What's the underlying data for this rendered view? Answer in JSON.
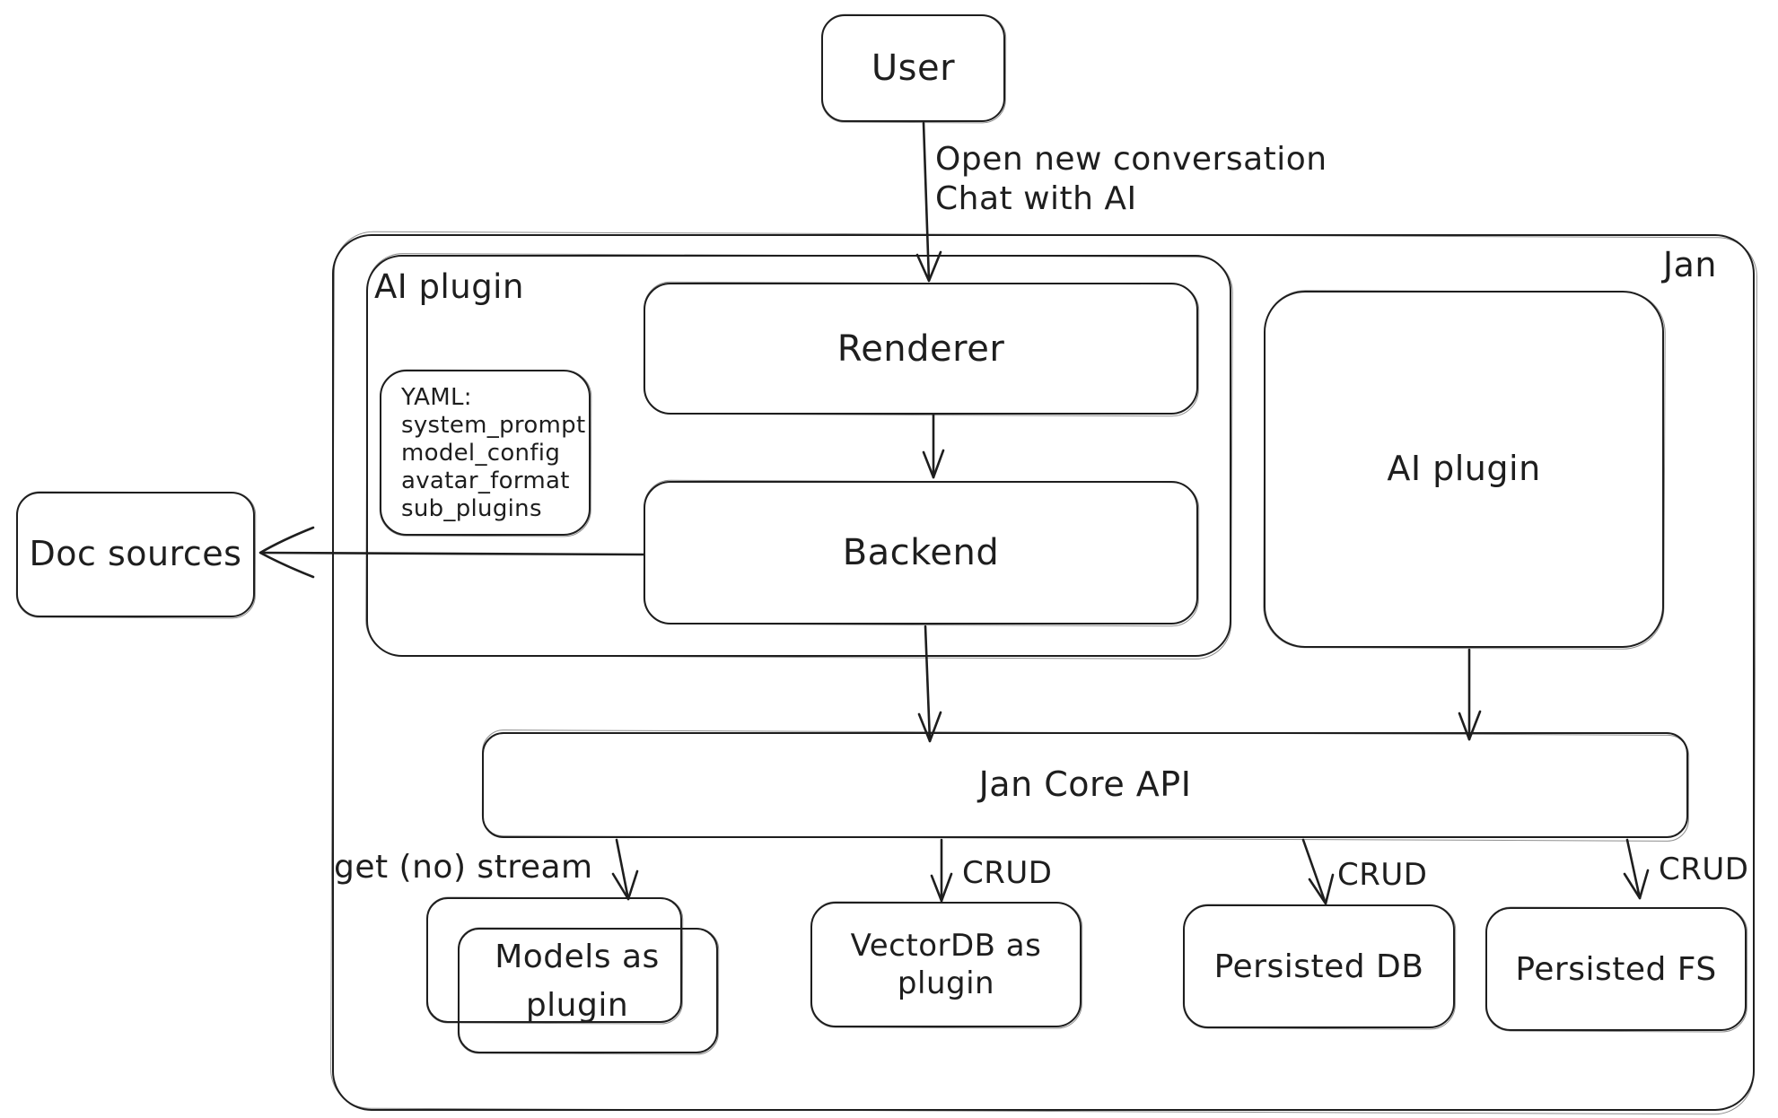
{
  "canvas": {
    "background": "#ffffff",
    "stroke_color": "#1e1e1e"
  },
  "nodes": {
    "user": {
      "label": "User"
    },
    "jan_container": {
      "label": "Jan"
    },
    "ai_plugin_group": {
      "label": "AI plugin"
    },
    "renderer": {
      "label": "Renderer"
    },
    "yaml_note": {
      "lines": [
        "YAML:",
        "system_prompt",
        "model_config",
        "avatar_format",
        "sub_plugins"
      ]
    },
    "backend": {
      "label": "Backend"
    },
    "ai_plugin_right": {
      "label": "AI plugin"
    },
    "doc_sources": {
      "label": "Doc sources"
    },
    "jan_core_api": {
      "label": "Jan Core API"
    },
    "models_plugin": {
      "label": "Models as plugin"
    },
    "vectordb_plugin": {
      "label": "VectorDB as plugin"
    },
    "persisted_db": {
      "label": "Persisted DB"
    },
    "persisted_fs": {
      "label": "Persisted FS"
    }
  },
  "edges": {
    "open_conversation": {
      "label": "Open new conversation"
    },
    "chat_with_ai": {
      "label": "Chat with AI"
    },
    "get_no_stream": {
      "label": "get (no) stream"
    },
    "crud_vectordb": {
      "label": "CRUD"
    },
    "crud_persisted_db": {
      "label": "CRUD"
    },
    "crud_persisted_fs": {
      "label": "CRUD"
    }
  }
}
